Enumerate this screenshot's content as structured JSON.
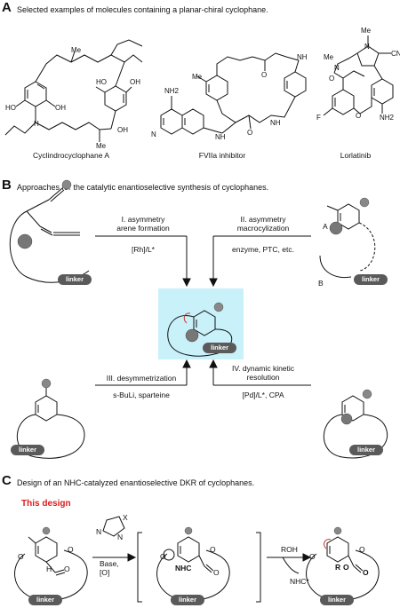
{
  "panel_a": {
    "letter": "A",
    "title": "Selected examples of molecules containing a planar-chiral cyclophane.",
    "molecules": [
      {
        "name": "Cyclindrocyclophane A"
      },
      {
        "name": "FVIIa inhibitor"
      },
      {
        "name": "Lorlatinib"
      }
    ],
    "atom_labels": {
      "me": "Me",
      "oh": "OH",
      "ho": "HO",
      "h": "H",
      "o": "O",
      "n": "N",
      "nh": "NH",
      "nh2": "NH2",
      "cn": "CN",
      "f": "F",
      "n_h": "H"
    }
  },
  "panel_b": {
    "letter": "B",
    "title": "Approaches for the catalytic enantioselective synthesis of cyclophanes.",
    "approaches": [
      {
        "heading_1": "I. asymmetry",
        "heading_2": "arene formation",
        "conditions": "[Rh]/L*"
      },
      {
        "heading_1": "II. asymmetry",
        "heading_2": "macrocylization",
        "conditions": "enzyme, PTC, etc."
      },
      {
        "heading_1": "III. desymmetrization",
        "heading_2": "",
        "conditions": "s-BuLi, sparteine"
      },
      {
        "heading_1": "IV. dynamic kinetic",
        "heading_2": "resolution",
        "conditions": "[Pd]/L*, CPA"
      }
    ],
    "linker_label": "linker",
    "end_a": "A",
    "end_b": "B"
  },
  "panel_c": {
    "letter": "C",
    "title": "Design of an NHC-catalyzed enantioselective DKR of cyclophanes.",
    "red_title": "This design",
    "reagent_x": "X",
    "reagent_n": "N",
    "reagent_conditions": "Base, [O]",
    "intermediate_label": "NHC",
    "roh": "ROH",
    "nhc_out": "NHC*",
    "product_r": "R",
    "o": "O",
    "h": "H",
    "linker_label": "linker"
  },
  "colors": {
    "highlight": "#c9f1f9",
    "linker_fill": "#5a5a5a",
    "red": "#e01b1b",
    "ball": "#888888"
  }
}
